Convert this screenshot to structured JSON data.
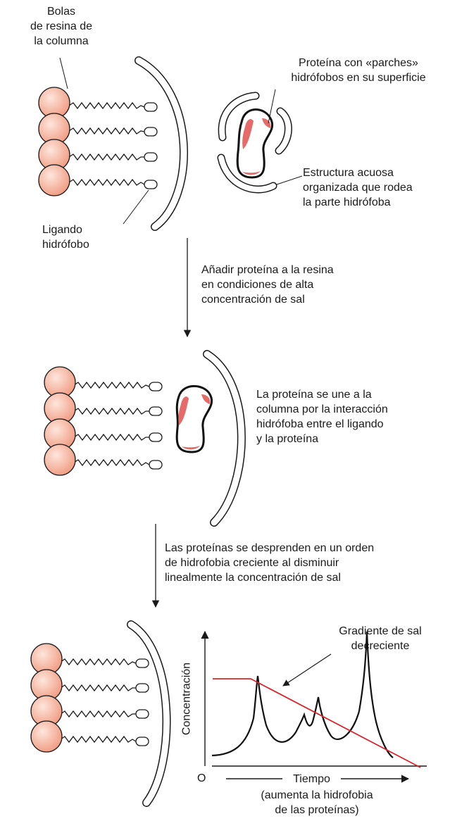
{
  "colors": {
    "bead_fill": "#f6b8a3",
    "bead_highlight": "#fde6dc",
    "outline": "#1a1a1a",
    "hydrophobic_patch": "#e0504f",
    "gradient_line": "#d9262b"
  },
  "panel1": {
    "beads_label": [
      "Bolas",
      "de resina de",
      "la columna"
    ],
    "ligand_label": [
      "Ligando",
      "hidrófobo"
    ],
    "protein_label": [
      "Proteína con «parches»",
      "hidrófobos en su superficie"
    ],
    "water_label": [
      "Estructura acuosa",
      "organizada que rodea",
      "la parte hidrófoba"
    ]
  },
  "step1": {
    "text": [
      "Añadir proteína a la resina",
      "en condiciones de alta",
      "concentración de sal"
    ]
  },
  "panel2": {
    "text": [
      "La proteína se une a la",
      "columna por la interacción",
      "hidrófoba entre el ligando",
      "y la proteína"
    ]
  },
  "step2": {
    "text": [
      "Las proteínas se desprenden en un orden",
      "de hidrofobia creciente al disminuir",
      "linealmente la concentración de sal"
    ]
  },
  "panel3": {
    "gradient_label": [
      "Gradiente de sal",
      "decreciente"
    ],
    "ylabel": "Concentración",
    "origin": "O",
    "xlabel": "Tiempo",
    "xnote": [
      "(aumenta la hidrofobia",
      "de las proteínas)"
    ]
  }
}
